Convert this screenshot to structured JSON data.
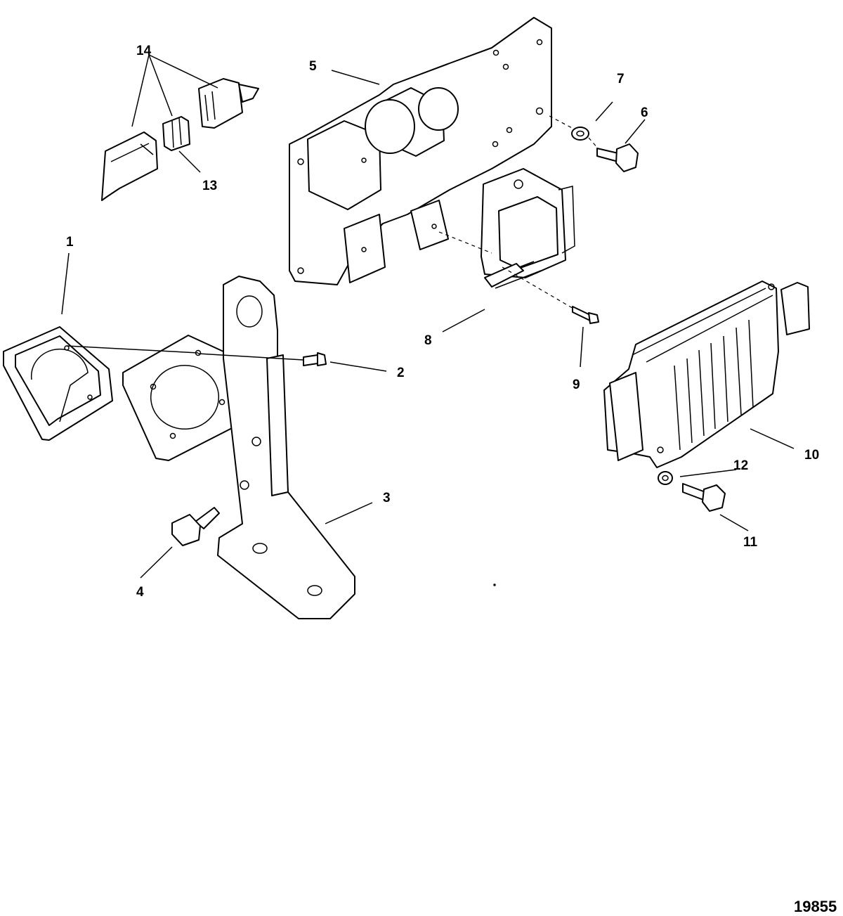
{
  "figure_number": "19855",
  "callouts": [
    {
      "id": "1",
      "label": "1"
    },
    {
      "id": "2",
      "label": "2"
    },
    {
      "id": "3",
      "label": "3"
    },
    {
      "id": "4",
      "label": "4"
    },
    {
      "id": "5",
      "label": "5"
    },
    {
      "id": "6",
      "label": "6"
    },
    {
      "id": "7",
      "label": "7"
    },
    {
      "id": "8",
      "label": "8"
    },
    {
      "id": "9",
      "label": "9"
    },
    {
      "id": "10",
      "label": "10"
    },
    {
      "id": "11",
      "label": "11"
    },
    {
      "id": "12",
      "label": "12"
    },
    {
      "id": "13",
      "label": "13"
    },
    {
      "id": "14",
      "label": "14"
    }
  ]
}
